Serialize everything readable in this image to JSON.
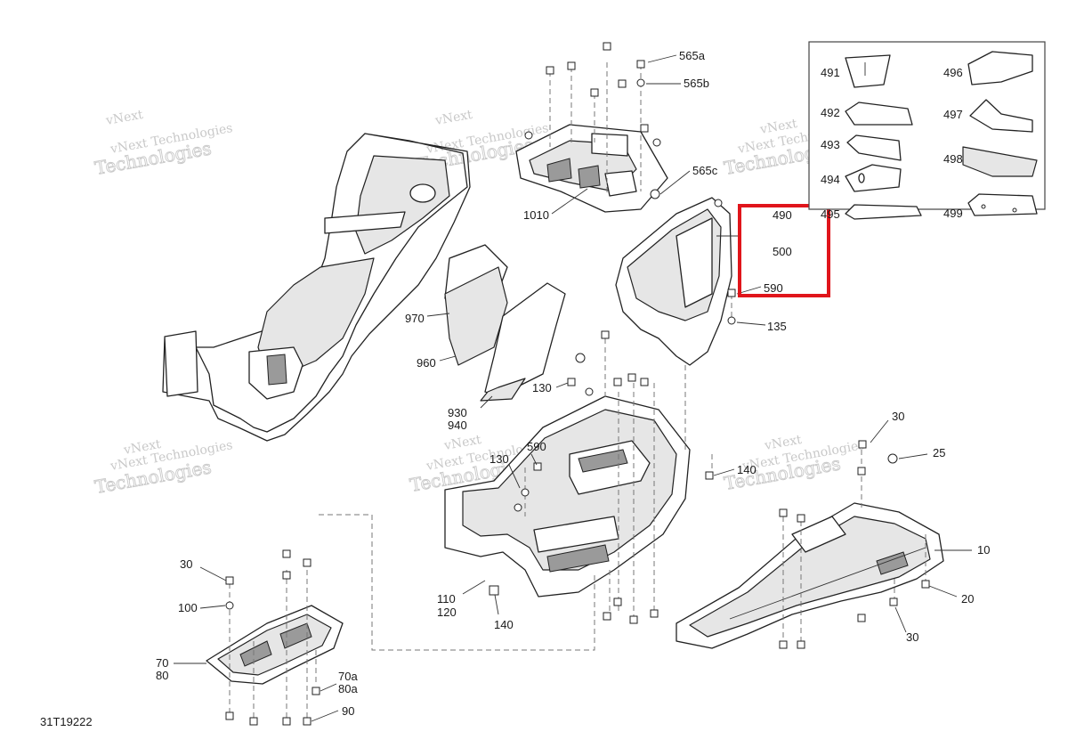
{
  "diagram": {
    "code": "31T19222",
    "watermark": {
      "line1": "vNext",
      "line2": "Technologies",
      "line3": "vNext Technologies"
    },
    "highlight_color": "#e0151b",
    "labels": {
      "l565a": "565a",
      "l565b": "565b",
      "l565c": "565c",
      "l1010": "1010",
      "l490": "490",
      "l500": "500",
      "l590a": "590",
      "l135a": "135",
      "l970": "970",
      "l960": "960",
      "l930": "930",
      "l940": "940",
      "l130a": "130",
      "l590b": "590",
      "l130b": "130",
      "l140a": "140",
      "l140b": "140",
      "l110": "110",
      "l120": "120",
      "l30a": "30",
      "l25": "25",
      "l10": "10",
      "l20": "20",
      "l30b": "30",
      "l30c": "30",
      "l100": "100",
      "l70": "70",
      "l80": "80",
      "l70a": "70a",
      "l80a": "80a",
      "l90": "90"
    },
    "inset": {
      "labels": {
        "l491": "491",
        "l492": "492",
        "l493": "493",
        "l494": "494",
        "l495": "495",
        "l496": "496",
        "l497": "497",
        "l498": "498",
        "l499": "499"
      }
    }
  }
}
